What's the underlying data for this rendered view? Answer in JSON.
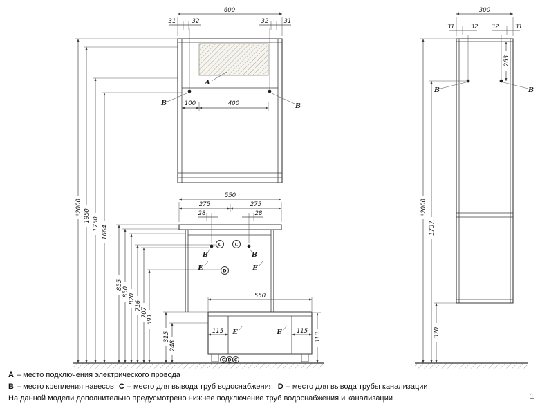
{
  "page": {
    "number": "1",
    "background": "#ffffff"
  },
  "labels": {
    "a": "A",
    "b": "B",
    "c": "C",
    "d": "D",
    "e": "E"
  },
  "widths": {
    "mirror": "600",
    "edge_31": "31",
    "edge_32": "32",
    "lamp_offset": "100",
    "lamp": "400",
    "vanity": "550",
    "vanity_half": "275",
    "hanger_offset": "28",
    "base": "550",
    "base_inset": "115",
    "tall": "300"
  },
  "heights": {
    "total": "*2000",
    "h1950": "1950",
    "h1750": "1750",
    "h1664": "1664",
    "h855": "855",
    "h850": "850",
    "h820": "820",
    "h716": "716",
    "h707": "707",
    "h591": "591",
    "h315": "315",
    "h248": "248",
    "base_height": "313",
    "hole_offset": "263",
    "tall_holes": "1737",
    "tall_clearance": "370"
  },
  "ports_bottom": [
    "C",
    "D",
    "C"
  ],
  "legend": {
    "a_key": "A",
    "a_text": "– место подключения электрического провода",
    "b_key": "B",
    "b_text": "– место крепления навесов",
    "c_key": "C",
    "c_text": "– место для вывода труб водоснабжения",
    "d_key": "D",
    "d_text": "– место для вывода трубы канализации",
    "note": "На данной модели дополнительно предусмотрено нижнее подключение труб водоснабжения и канализации"
  }
}
